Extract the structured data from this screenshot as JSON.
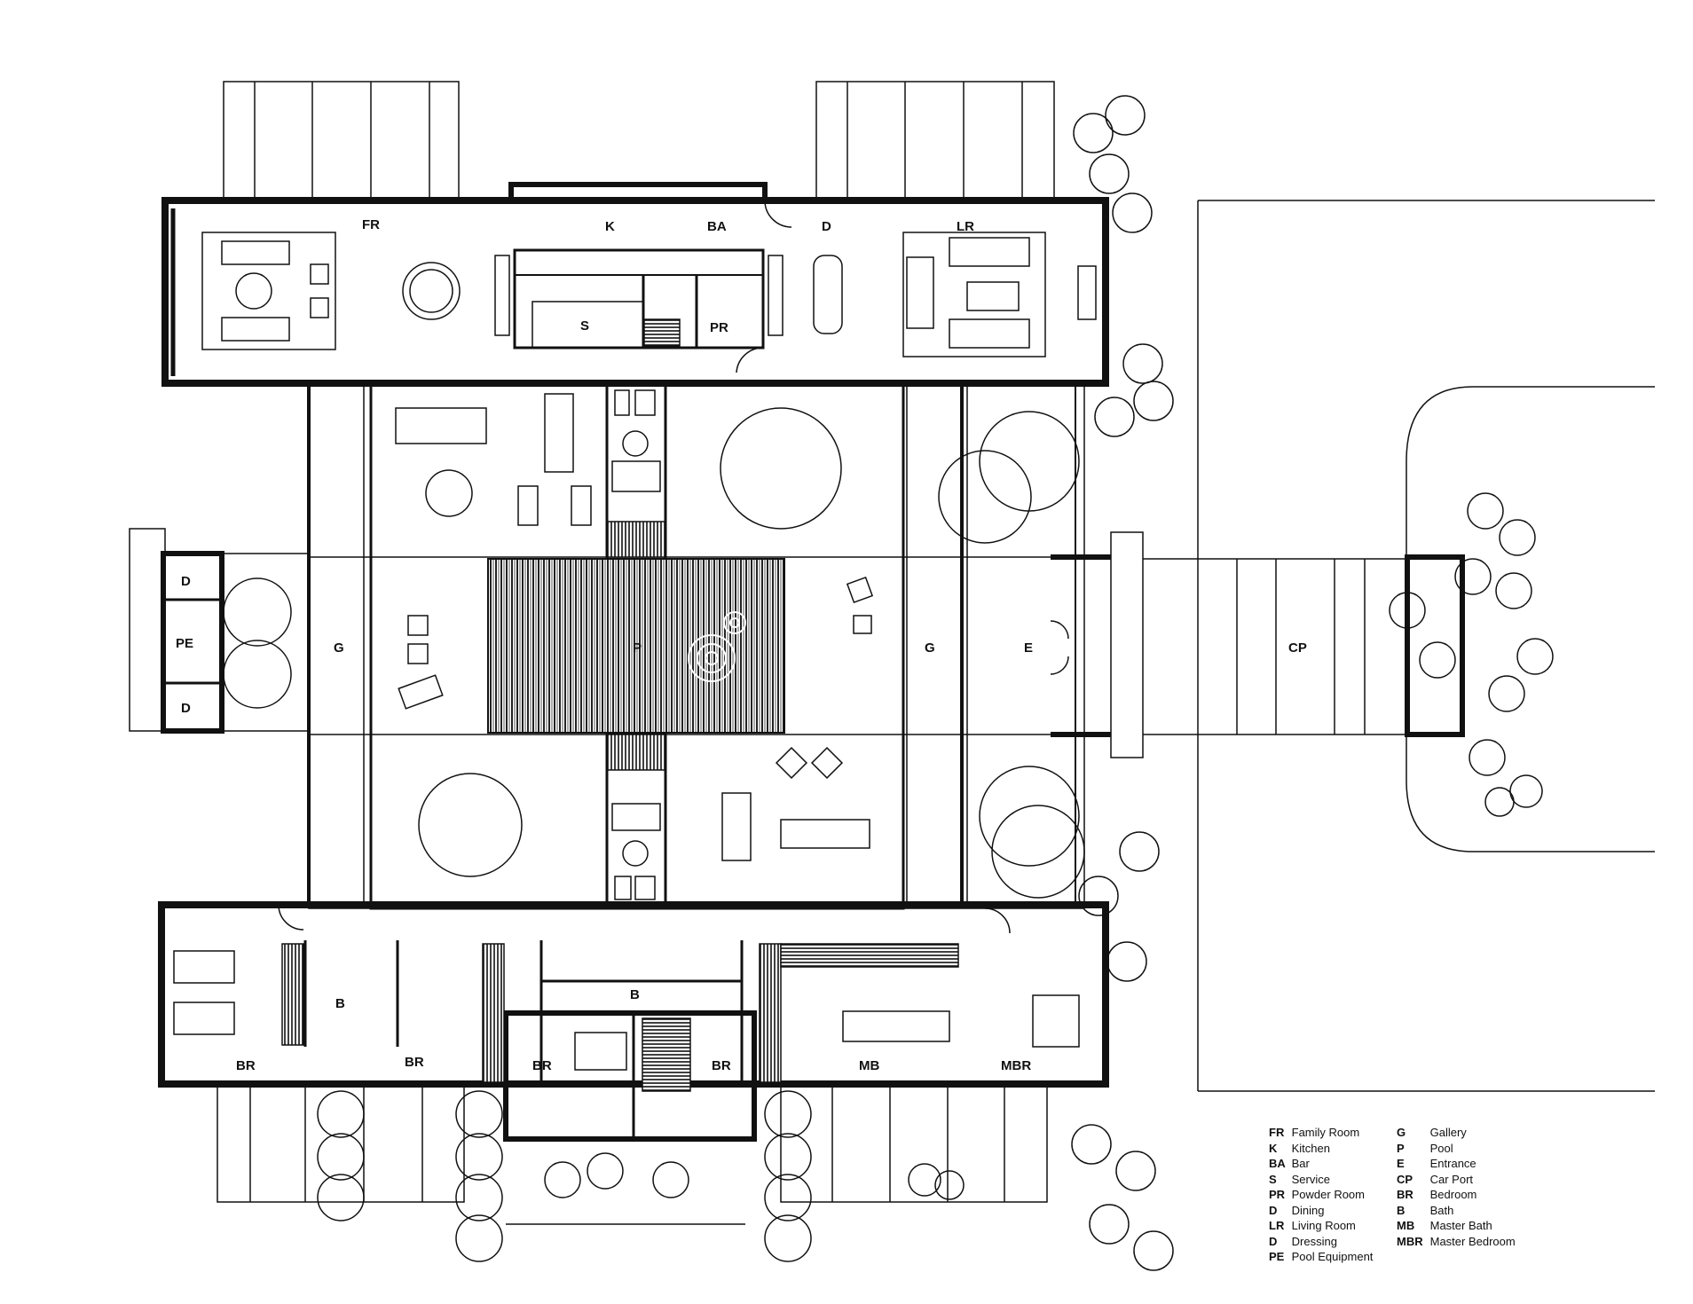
{
  "rooms": {
    "FR": "FR",
    "K": "K",
    "BA": "BA",
    "D": "D",
    "LR": "LR",
    "S": "S",
    "PR": "PR",
    "PE": "PE",
    "G": "G",
    "P": "P",
    "E": "E",
    "CP": "CP",
    "BR": "BR",
    "B": "B",
    "MB": "MB",
    "MBR": "MBR"
  },
  "legend": {
    "left": [
      {
        "code": "FR",
        "name": "Family Room"
      },
      {
        "code": "K",
        "name": "Kitchen"
      },
      {
        "code": "BA",
        "name": "Bar"
      },
      {
        "code": "S",
        "name": "Service"
      },
      {
        "code": "PR",
        "name": "Powder Room"
      },
      {
        "code": "D",
        "name": "Dining"
      },
      {
        "code": "LR",
        "name": "Living Room"
      },
      {
        "code": "D",
        "name": "Dressing"
      },
      {
        "code": "PE",
        "name": "Pool Equipment"
      }
    ],
    "right": [
      {
        "code": "G",
        "name": "Gallery"
      },
      {
        "code": "P",
        "name": "Pool"
      },
      {
        "code": "E",
        "name": "Entrance"
      },
      {
        "code": "CP",
        "name": "Car Port"
      },
      {
        "code": "BR",
        "name": "Bedroom"
      },
      {
        "code": "B",
        "name": "Bath"
      },
      {
        "code": "MB",
        "name": "Master Bath"
      },
      {
        "code": "MBR",
        "name": "Master Bedroom"
      }
    ]
  }
}
